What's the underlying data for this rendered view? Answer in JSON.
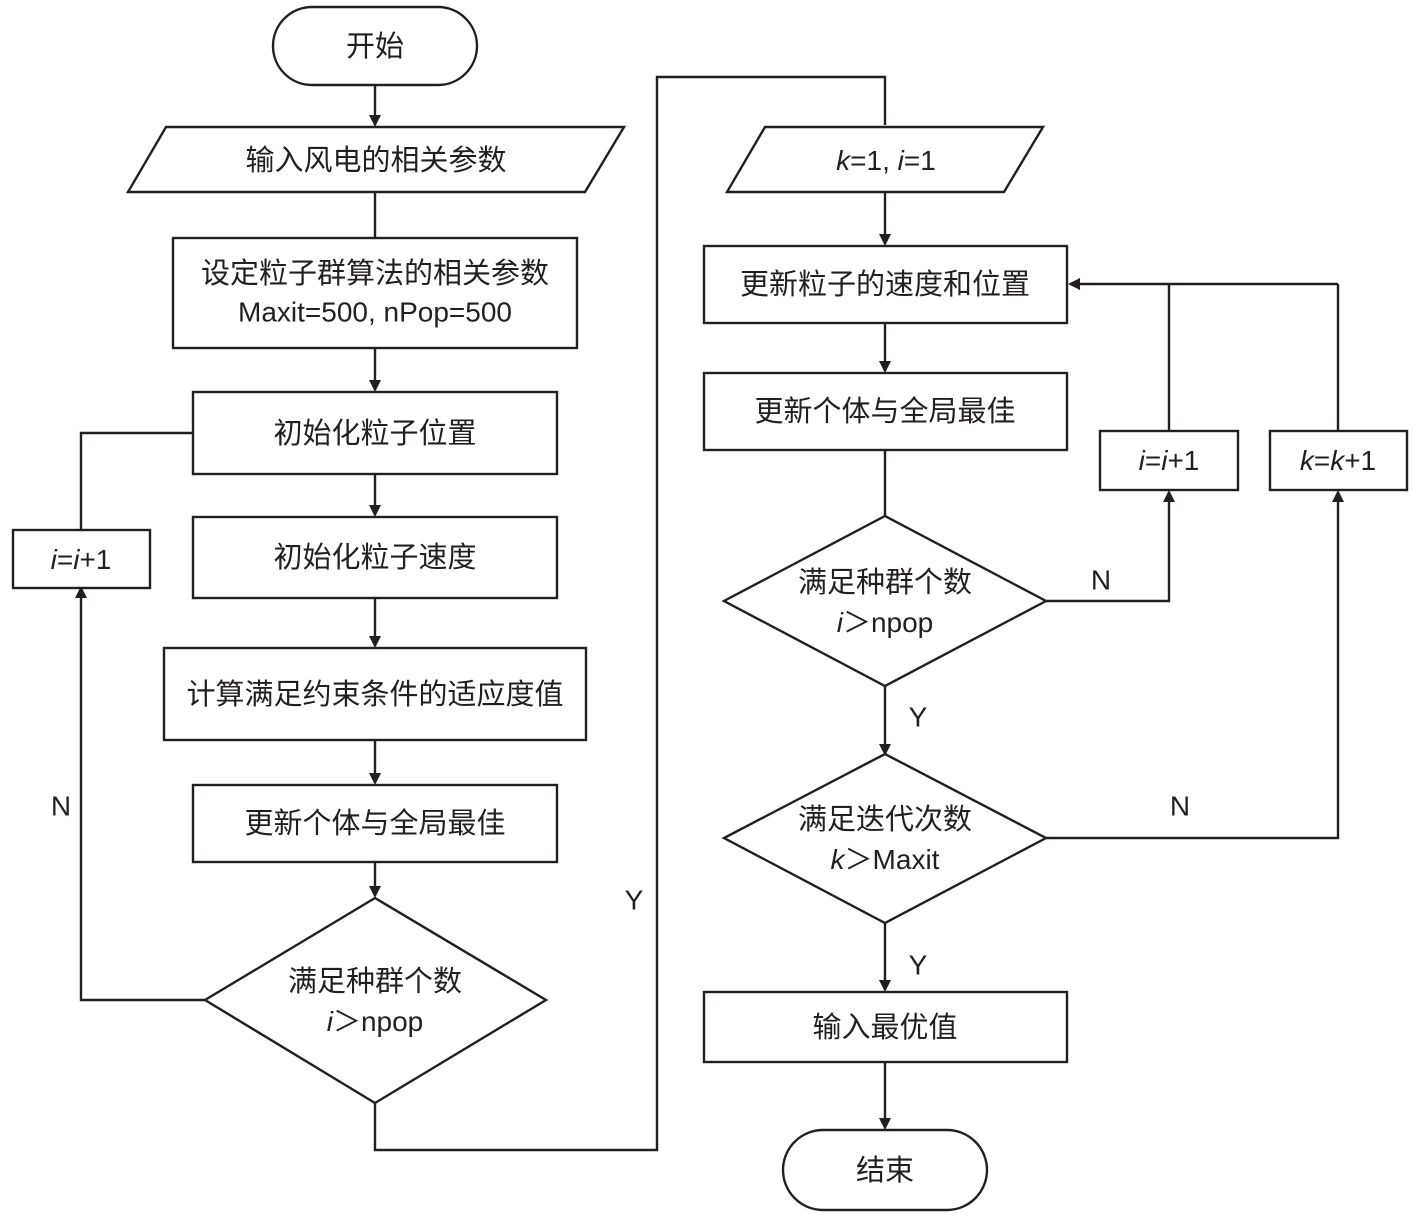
{
  "nodes": {
    "start": "开始",
    "input_wind": "输入风电的相关参数",
    "set_params_line1": "设定粒子群算法的相关参数",
    "set_params_line2": "Maxit=500, nPop=500",
    "init_pos": "初始化粒子位置",
    "init_vel": "初始化粒子速度",
    "calc_fitness": "计算满足约束条件的适应度值",
    "update_best_left": "更新个体与全局最佳",
    "decision_pop_left_line1": "满足种群个数",
    "decision_pop_left_var": "i",
    "decision_pop_left_rest": "＞npop",
    "incr_i_left": {
      "var1": "i",
      "eq": "=",
      "var2": "i",
      "rest": "+1"
    },
    "init_ki": {
      "k": "k",
      "k_rest": "=1, ",
      "i": "i",
      "i_rest": "=1"
    },
    "update_vel_pos": "更新粒子的速度和位置",
    "update_best_right": "更新个体与全局最佳",
    "decision_pop_right_line1": "满足种群个数",
    "decision_pop_right_var": "i",
    "decision_pop_right_rest": "＞npop",
    "incr_i_right": {
      "var1": "i",
      "eq": "=",
      "var2": "i",
      "rest": "+1"
    },
    "incr_k": {
      "var1": "k",
      "eq": "=",
      "var2": "k",
      "rest": "+1"
    },
    "decision_iter_line1": "满足迭代次数",
    "decision_iter_var": "k",
    "decision_iter_rest": "＞Maxit",
    "output_best": "输入最优值",
    "end": "结束"
  },
  "edge_labels": {
    "left_no": "N",
    "left_yes": "Y",
    "right_pop_no": "N",
    "right_pop_yes": "Y",
    "iter_no": "N",
    "iter_yes": "Y"
  },
  "colors": {
    "stroke": "#231f20",
    "fill": "#ffffff"
  }
}
